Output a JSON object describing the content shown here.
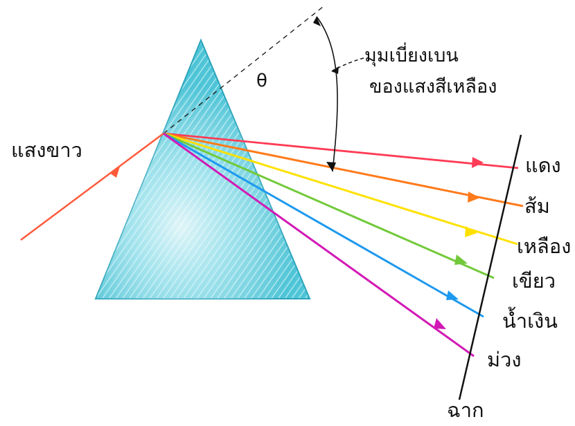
{
  "colors": {
    "background": "#ffffff",
    "prism_fill": "#52c7d9",
    "prism_stroke": "#2aa4bb",
    "incident_ray": "#ff5a3a",
    "red": "#ff3b55",
    "orange": "#ff7a1a",
    "yellow": "#ffe100",
    "green": "#72c93a",
    "blue": "#1d99ef",
    "violet": "#d219b5",
    "screen": "#111111",
    "dashed_line": "#222222"
  },
  "labels": {
    "white_light": "แสงขาว",
    "deviation_angle_line1": "มุมเบี่ยงเบน",
    "deviation_angle_line2": "ของแสงสีเหลือง",
    "theta": "θ",
    "screen": "ฉาก"
  },
  "spectrum_labels": [
    "แดง",
    "ส้ม",
    "เหลือง",
    "เขียว",
    "น้ำเงิน",
    "ม่วง"
  ]
}
